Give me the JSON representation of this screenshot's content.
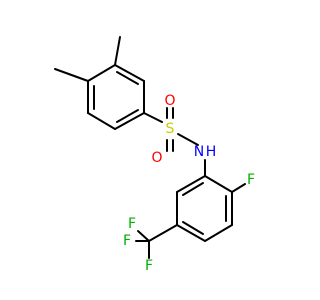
{
  "colors": {
    "carbon_bond": "#000000",
    "sulfur": "#CCCC00",
    "oxygen": "#FF0000",
    "nitrogen": "#0000FF",
    "fluorine": "#00B000",
    "hydrogen": "#0000FF"
  },
  "labels": {
    "sulfur": "S",
    "oxygen_1": "O",
    "oxygen_2": "O",
    "nitrogen": "N",
    "hydrogen": "H",
    "fluorine_1": "F",
    "fluorine_2": "F",
    "fluorine_3": "F",
    "fluorine_4": "F"
  }
}
